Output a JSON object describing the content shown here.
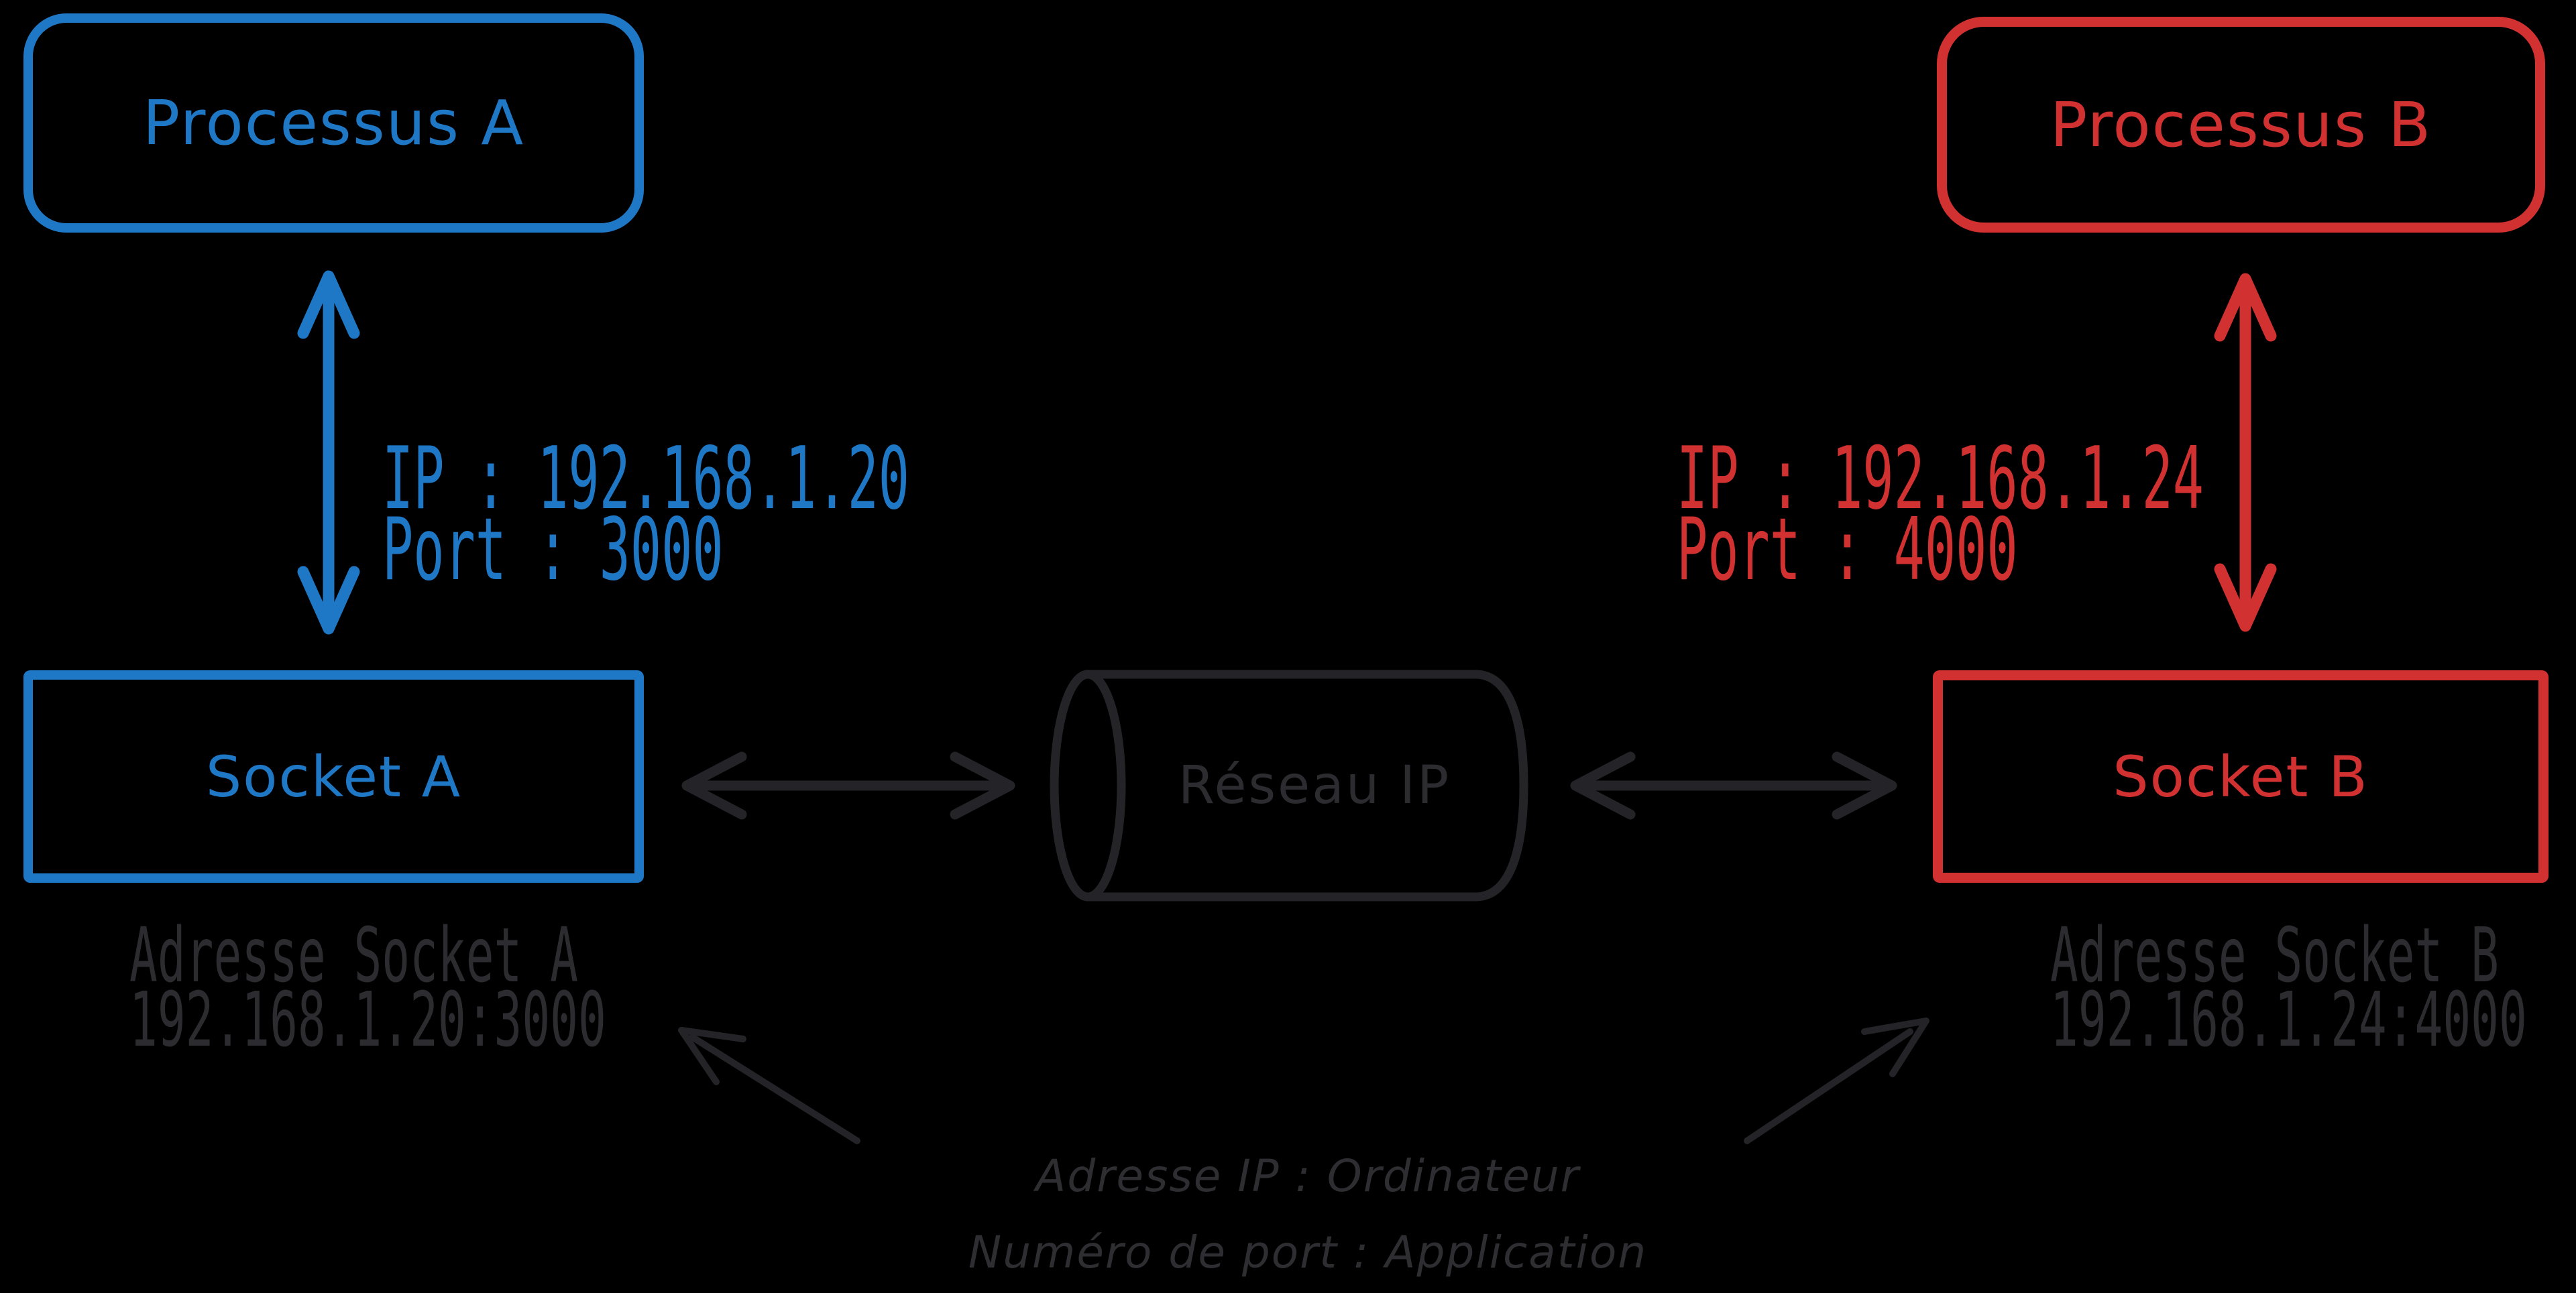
{
  "colors": {
    "background": "#000000",
    "blue": "#1f78c6",
    "red": "#d23131",
    "gray_stroke": "#242428",
    "gray_text": "#2c2c30"
  },
  "boxes": {
    "process_a": {
      "label": "Processus A"
    },
    "process_b": {
      "label": "Processus B"
    },
    "socket_a": {
      "label": "Socket A"
    },
    "socket_b": {
      "label": "Socket B"
    },
    "network": {
      "label": "Réseau IP"
    }
  },
  "endpoint_a": {
    "ip_line": "IP : 192.168.1.20",
    "port_line": "Port : 3000",
    "address_title": "Adresse Socket A",
    "address_value": "192.168.1.20:3000"
  },
  "endpoint_b": {
    "ip_line": "IP : 192.168.1.24",
    "port_line": "Port : 4000",
    "address_title": "Adresse Socket B",
    "address_value": "192.168.1.24:4000"
  },
  "legend": {
    "line1": "Adresse IP : Ordinateur",
    "line2": "Numéro de port : Application"
  }
}
